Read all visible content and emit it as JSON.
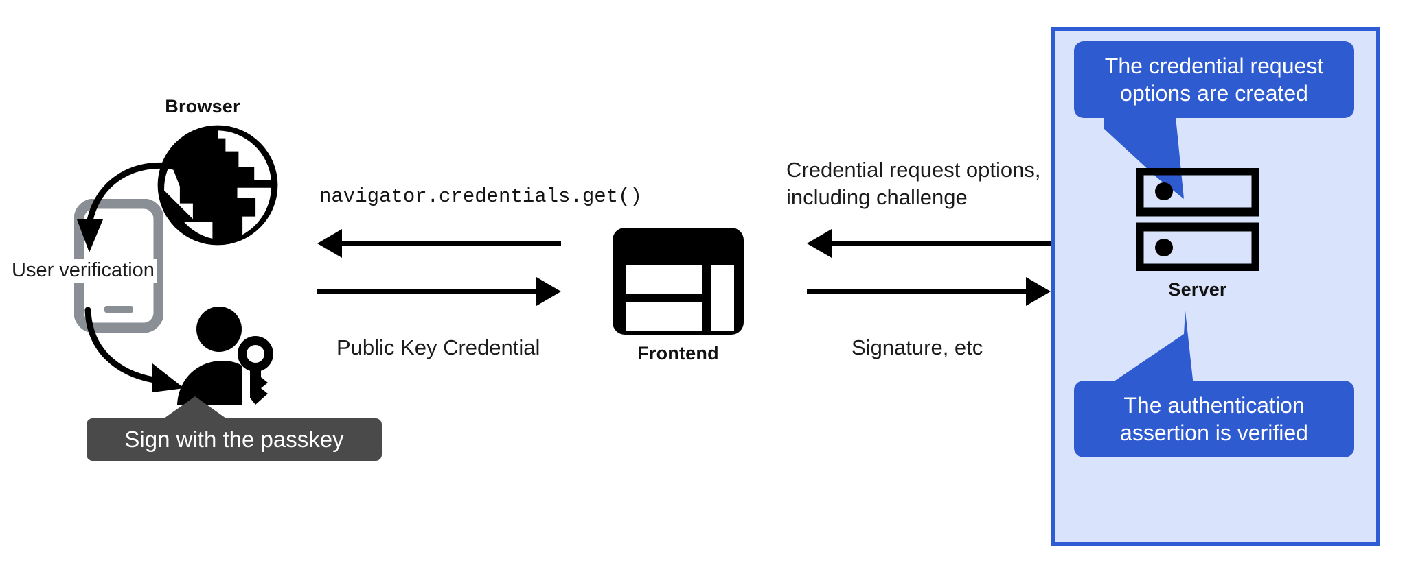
{
  "diagram": {
    "title": "WebAuthn passkey authentication flow",
    "background_color": "#ffffff"
  },
  "nodes": [
    {
      "id": "browser",
      "label": "Browser",
      "icon": "globe-icon"
    },
    {
      "id": "frontend",
      "label": "Frontend",
      "icon": "dashboard-icon"
    },
    {
      "id": "server",
      "label": "Server",
      "icon": "server-rack-icon"
    }
  ],
  "left_section": {
    "browser_label": "Browser",
    "user_verification_label": "User verification",
    "phone_icon": "mobile-phone-icon",
    "person_key_icon": "person-with-key-icon",
    "tooltip": {
      "text": "Sign with the passkey",
      "background_color": "#4a4a4a",
      "text_color": "#ffffff"
    }
  },
  "flows": {
    "browser_to_frontend": {
      "top_label": "navigator.credentials.get()",
      "top_label_style": "monospace",
      "top_arrow_direction": "left",
      "bottom_label": "Public Key Credential",
      "bottom_arrow_direction": "right"
    },
    "frontend_to_server": {
      "top_label_line1": "Credential request options,",
      "top_label_line2": "including challenge",
      "top_arrow_direction": "left",
      "bottom_label": "Signature, etc",
      "bottom_arrow_direction": "right"
    }
  },
  "server_panel": {
    "background_color": "#d9e4fc",
    "border_color": "#2e5cd4",
    "server_label": "Server",
    "callouts": [
      {
        "id": "credential-options-created",
        "text": "The credential request options are created",
        "line1": "The credential request",
        "line2": "options are created",
        "background_color": "#2f5bd0",
        "text_color": "#ffffff",
        "tail_direction": "down-right"
      },
      {
        "id": "assertion-verified",
        "text": "The authentication assertion is verified",
        "line1": "The authentication",
        "line2": "assertion is verified",
        "background_color": "#2f5bd0",
        "text_color": "#ffffff",
        "tail_direction": "up-right"
      }
    ]
  },
  "colors": {
    "ink": "#000000",
    "phone_gray": "#8a8f96",
    "panel_fill": "#d9e4fc",
    "panel_border": "#2e5cd4",
    "callout_blue": "#2f5bd0",
    "tooltip_gray": "#4a4a4a"
  }
}
